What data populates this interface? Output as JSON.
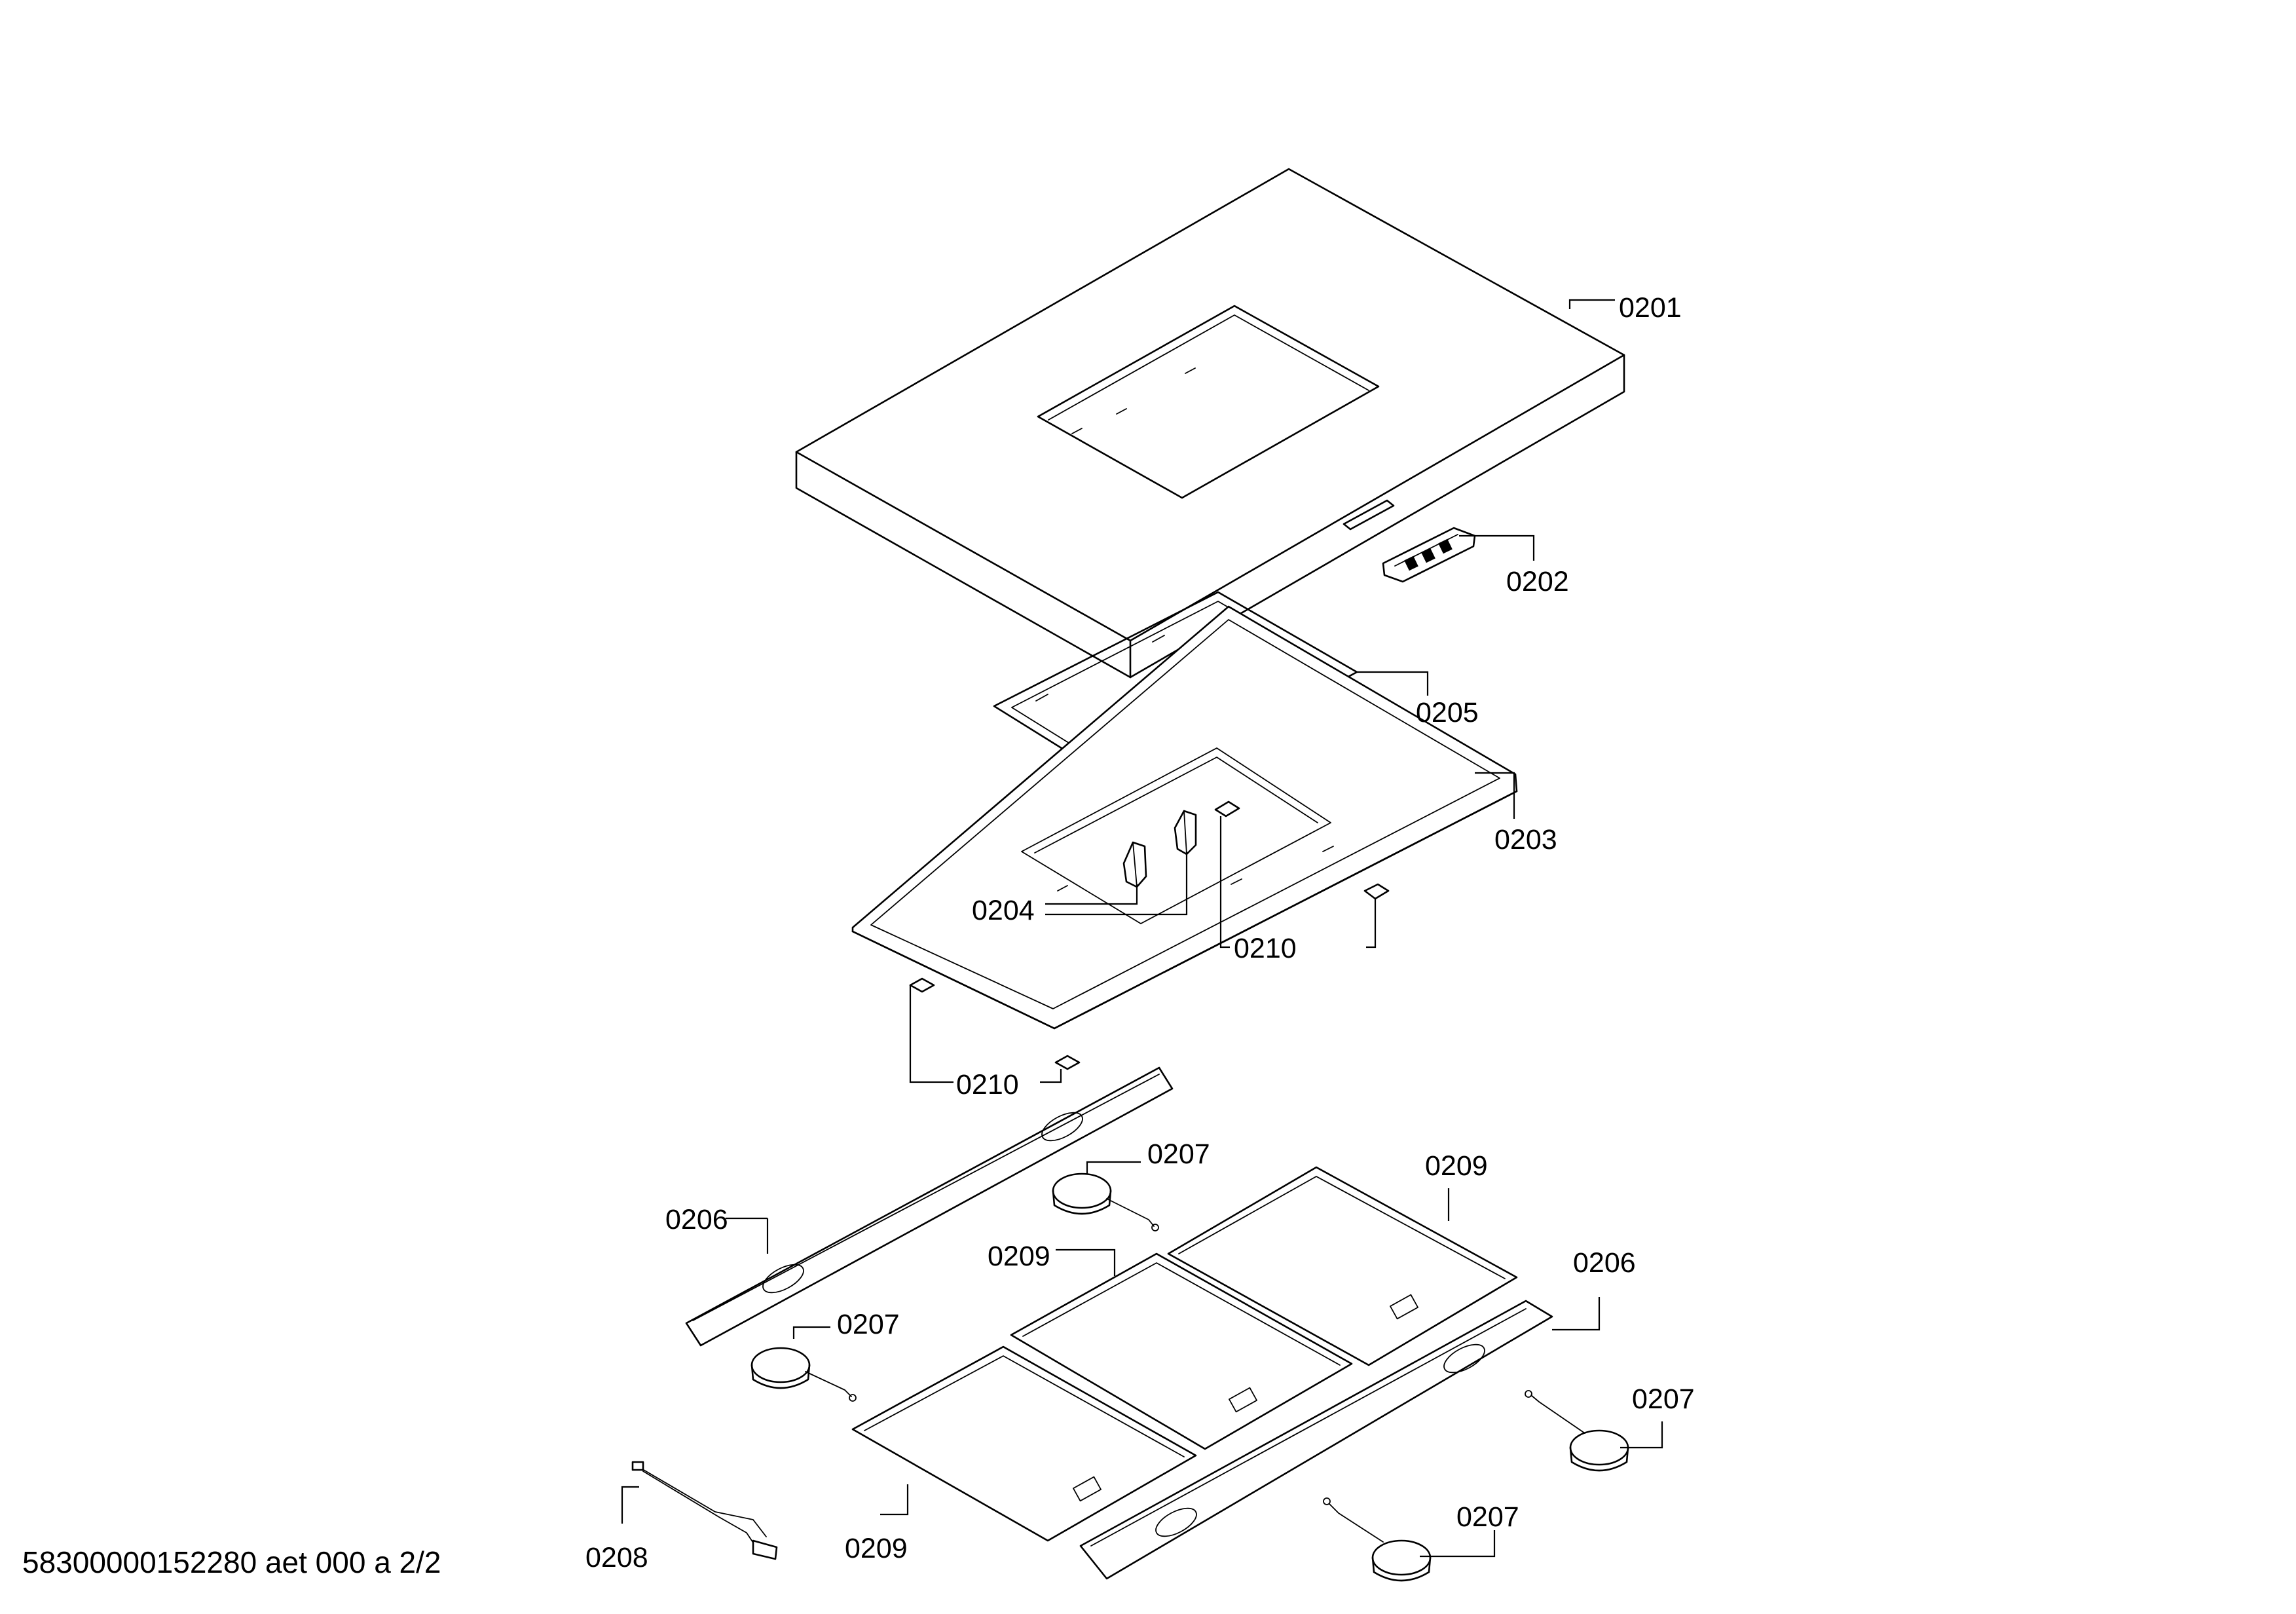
{
  "labels": {
    "p0201": "0201",
    "p0202": "0202",
    "p0205": "0205",
    "p0203": "0203",
    "p0204": "0204",
    "p0210": "0210",
    "p0207": "0207",
    "p0206": "0206",
    "p0209": "0209",
    "p0208": "0208"
  },
  "footer": "58300000152280 aet 000 a 2/2"
}
